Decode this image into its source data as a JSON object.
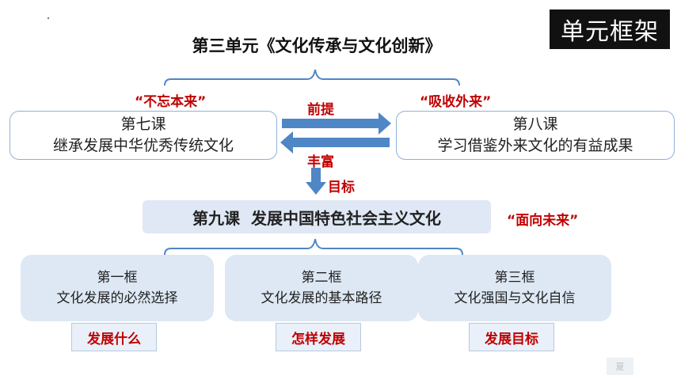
{
  "badge": "单元框架",
  "unit_title": "第三单元《文化传承与文化创新》",
  "quotes": {
    "left": "“不忘本来”",
    "right": "“吸收外来”",
    "future": "“面向未来”"
  },
  "lesson7": {
    "line1": "第七课",
    "line2": "继承发展中华优秀传统文化"
  },
  "lesson8": {
    "line1": "第八课",
    "line2": "学习借鉴外来文化的有益成果"
  },
  "arrows": {
    "top": "前提",
    "bottom": "丰富",
    "down": "目标"
  },
  "lesson9": "第九课  发展中国特色社会主义文化",
  "frames": [
    {
      "title": "第一框",
      "text": "文化发展的必然选择",
      "tag": "发展什么"
    },
    {
      "title": "第二框",
      "text": "文化发展的基本路径",
      "tag": "怎样发展"
    },
    {
      "title": "第三框",
      "text": "文化强国与文化自信",
      "tag": "发展目标"
    }
  ],
  "corner_mark": "夏",
  "colors": {
    "accent_red": "#c00000",
    "arrow_blue": "#4f86c6",
    "box_fill": "#dde8f4",
    "badge_bg": "#111111"
  }
}
